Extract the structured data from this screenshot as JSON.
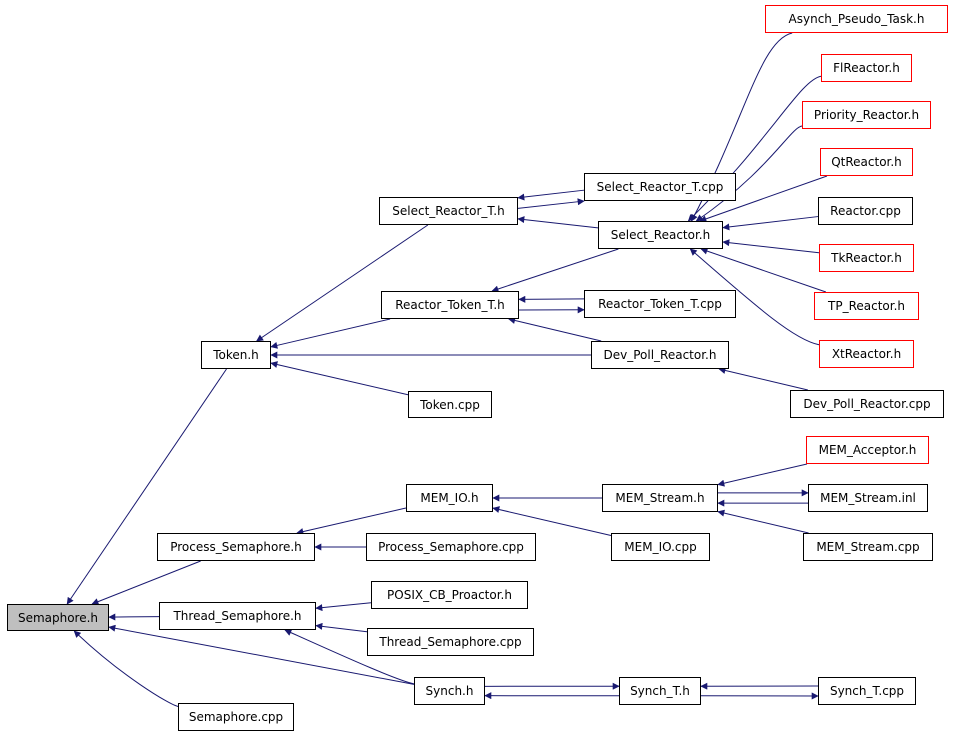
{
  "diagram": {
    "nodes": [
      {
        "id": "semaphore_h",
        "label": "Semaphore.h",
        "style": "root"
      },
      {
        "id": "token_h",
        "label": "Token.h",
        "style": "normal"
      },
      {
        "id": "process_semaphore_h",
        "label": "Process_Semaphore.h",
        "style": "normal"
      },
      {
        "id": "thread_semaphore_h",
        "label": "Thread_Semaphore.h",
        "style": "normal"
      },
      {
        "id": "semaphore_cpp",
        "label": "Semaphore.cpp",
        "style": "normal"
      },
      {
        "id": "select_reactor_t_h",
        "label": "Select_Reactor_T.h",
        "style": "normal"
      },
      {
        "id": "reactor_token_t_h",
        "label": "Reactor_Token_T.h",
        "style": "normal"
      },
      {
        "id": "token_cpp",
        "label": "Token.cpp",
        "style": "normal"
      },
      {
        "id": "mem_io_h",
        "label": "MEM_IO.h",
        "style": "normal"
      },
      {
        "id": "process_semaphore_cpp",
        "label": "Process_Semaphore.cpp",
        "style": "normal"
      },
      {
        "id": "posix_cb_proactor_h",
        "label": "POSIX_CB_Proactor.h",
        "style": "normal"
      },
      {
        "id": "thread_semaphore_cpp",
        "label": "Thread_Semaphore.cpp",
        "style": "normal"
      },
      {
        "id": "synch_h",
        "label": "Synch.h",
        "style": "normal"
      },
      {
        "id": "select_reactor_t_cpp",
        "label": "Select_Reactor_T.cpp",
        "style": "normal"
      },
      {
        "id": "select_reactor_h",
        "label": "Select_Reactor.h",
        "style": "normal"
      },
      {
        "id": "reactor_token_t_cpp",
        "label": "Reactor_Token_T.cpp",
        "style": "normal"
      },
      {
        "id": "dev_poll_reactor_h",
        "label": "Dev_Poll_Reactor.h",
        "style": "normal"
      },
      {
        "id": "mem_stream_h",
        "label": "MEM_Stream.h",
        "style": "normal"
      },
      {
        "id": "mem_io_cpp",
        "label": "MEM_IO.cpp",
        "style": "normal"
      },
      {
        "id": "synch_t_h",
        "label": "Synch_T.h",
        "style": "normal"
      },
      {
        "id": "asynch_pseudo_task_h",
        "label": "Asynch_Pseudo_Task.h",
        "style": "red"
      },
      {
        "id": "flreactor_h",
        "label": "FlReactor.h",
        "style": "red"
      },
      {
        "id": "priority_reactor_h",
        "label": "Priority_Reactor.h",
        "style": "red"
      },
      {
        "id": "qtreactor_h",
        "label": "QtReactor.h",
        "style": "red"
      },
      {
        "id": "reactor_cpp",
        "label": "Reactor.cpp",
        "style": "normal"
      },
      {
        "id": "tkreactor_h",
        "label": "TkReactor.h",
        "style": "red"
      },
      {
        "id": "tp_reactor_h",
        "label": "TP_Reactor.h",
        "style": "red"
      },
      {
        "id": "xtreactor_h",
        "label": "XtReactor.h",
        "style": "red"
      },
      {
        "id": "dev_poll_reactor_cpp",
        "label": "Dev_Poll_Reactor.cpp",
        "style": "normal"
      },
      {
        "id": "mem_acceptor_h",
        "label": "MEM_Acceptor.h",
        "style": "red"
      },
      {
        "id": "mem_stream_inl",
        "label": "MEM_Stream.inl",
        "style": "normal"
      },
      {
        "id": "mem_stream_cpp",
        "label": "MEM_Stream.cpp",
        "style": "normal"
      },
      {
        "id": "synch_t_cpp",
        "label": "Synch_T.cpp",
        "style": "normal"
      }
    ],
    "edges": [
      {
        "from": "token_h",
        "to": "semaphore_h"
      },
      {
        "from": "process_semaphore_h",
        "to": "semaphore_h"
      },
      {
        "from": "thread_semaphore_h",
        "to": "semaphore_h"
      },
      {
        "from": "synch_h",
        "to": "semaphore_h"
      },
      {
        "from": "semaphore_cpp",
        "to": "semaphore_h"
      },
      {
        "from": "select_reactor_t_h",
        "to": "token_h"
      },
      {
        "from": "reactor_token_t_h",
        "to": "token_h"
      },
      {
        "from": "dev_poll_reactor_h",
        "to": "token_h"
      },
      {
        "from": "token_cpp",
        "to": "token_h"
      },
      {
        "from": "select_reactor_t_cpp",
        "to": "select_reactor_t_h"
      },
      {
        "from": "select_reactor_h",
        "to": "select_reactor_t_h"
      },
      {
        "from": "select_reactor_t_h",
        "to": "select_reactor_t_cpp"
      },
      {
        "from": "select_reactor_h",
        "to": "reactor_token_t_h"
      },
      {
        "from": "reactor_token_t_cpp",
        "to": "reactor_token_t_h"
      },
      {
        "from": "dev_poll_reactor_h",
        "to": "reactor_token_t_h"
      },
      {
        "from": "reactor_token_t_h",
        "to": "reactor_token_t_cpp"
      },
      {
        "from": "asynch_pseudo_task_h",
        "to": "select_reactor_h"
      },
      {
        "from": "flreactor_h",
        "to": "select_reactor_h"
      },
      {
        "from": "priority_reactor_h",
        "to": "select_reactor_h"
      },
      {
        "from": "qtreactor_h",
        "to": "select_reactor_h"
      },
      {
        "from": "reactor_cpp",
        "to": "select_reactor_h"
      },
      {
        "from": "tkreactor_h",
        "to": "select_reactor_h"
      },
      {
        "from": "tp_reactor_h",
        "to": "select_reactor_h"
      },
      {
        "from": "xtreactor_h",
        "to": "select_reactor_h"
      },
      {
        "from": "dev_poll_reactor_cpp",
        "to": "dev_poll_reactor_h"
      },
      {
        "from": "mem_io_h",
        "to": "process_semaphore_h"
      },
      {
        "from": "process_semaphore_cpp",
        "to": "process_semaphore_h"
      },
      {
        "from": "mem_stream_h",
        "to": "mem_io_h"
      },
      {
        "from": "mem_io_cpp",
        "to": "mem_io_h"
      },
      {
        "from": "mem_acceptor_h",
        "to": "mem_stream_h"
      },
      {
        "from": "mem_stream_inl",
        "to": "mem_stream_h"
      },
      {
        "from": "mem_stream_cpp",
        "to": "mem_stream_h"
      },
      {
        "from": "mem_stream_h",
        "to": "mem_stream_inl"
      },
      {
        "from": "posix_cb_proactor_h",
        "to": "thread_semaphore_h"
      },
      {
        "from": "thread_semaphore_cpp",
        "to": "thread_semaphore_h"
      },
      {
        "from": "synch_h",
        "to": "thread_semaphore_h"
      },
      {
        "from": "synch_t_h",
        "to": "synch_h"
      },
      {
        "from": "synch_h",
        "to": "synch_t_h"
      },
      {
        "from": "synch_t_cpp",
        "to": "synch_t_h"
      },
      {
        "from": "synch_t_h",
        "to": "synch_t_cpp"
      }
    ],
    "colors": {
      "edge": "#191970",
      "node_border": "#000000",
      "red_border": "#ff0000",
      "root_fill": "#bfbfbf"
    }
  }
}
